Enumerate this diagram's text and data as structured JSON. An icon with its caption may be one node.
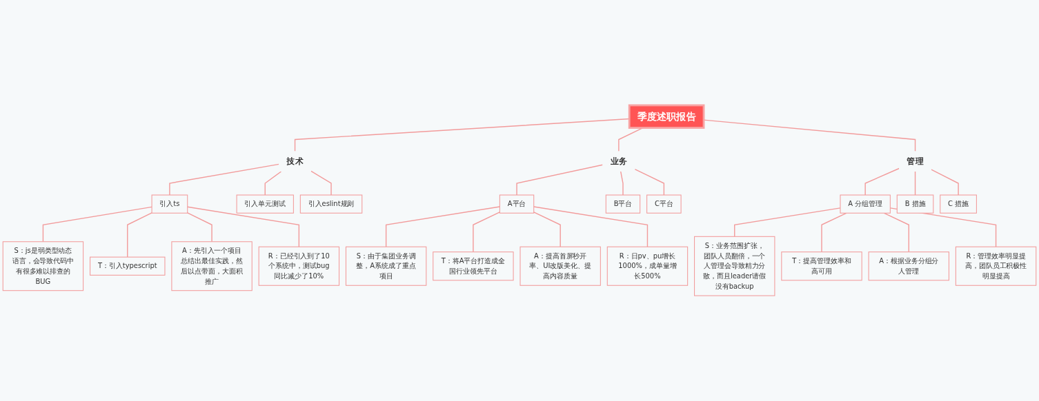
{
  "diagram": {
    "nodes": [
      {
        "text": [
          "季度述职报告"
        ]
      },
      {
        "text": [
          "技术"
        ]
      },
      {
        "text": [
          "业务"
        ]
      },
      {
        "text": [
          "管理"
        ]
      },
      {
        "text": [
          "引入ts"
        ]
      },
      {
        "text": [
          "S：js是弱类型动态语言，会导致代码中有很多难以排查的BUG"
        ]
      },
      {
        "text": [
          "T：引入typescript"
        ]
      },
      {
        "text": [
          "A：先引入一个项目总结出最佳实践，然后以点带面，大面积推广"
        ]
      },
      {
        "text": [
          "R：已经引入到了10个系统中，测试bug同比减少了10%"
        ]
      },
      {
        "text": [
          "引入单元测试"
        ]
      },
      {
        "text": [
          "引入eslint规则"
        ]
      },
      {
        "text": [
          "A平台"
        ]
      },
      {
        "text": [
          "S：由于集团业务调整，A系统成了重点项目"
        ]
      },
      {
        "text": [
          "T：将A平台打造成全国行业领先平台"
        ]
      },
      {
        "text": [
          "A：提高首屏秒开率、UI改版美化、提高内容质量"
        ]
      },
      {
        "text": [
          "R：日pv、pu增长1000%，成单量增长500%"
        ]
      },
      {
        "text": [
          "B平台"
        ]
      },
      {
        "text": [
          "C平台"
        ]
      },
      {
        "text": [
          "A 分组管理"
        ]
      },
      {
        "text": [
          "S：业务范围扩张，团队人员翻倍，一个人管理会导致精力分散，而且leader请假没有backup"
        ]
      },
      {
        "text": [
          "T：提高管理效率和高可用"
        ]
      },
      {
        "text": [
          "A：根据业务分组分人管理"
        ]
      },
      {
        "text": [
          "R：管理效率明显提高，团队员工积极性明显提高"
        ]
      },
      {
        "text": [
          "B 措施"
        ]
      },
      {
        "text": [
          "C 措施"
        ]
      }
    ],
    "edges": [
      {
        "from": 0,
        "to": 1,
        "arrow": "none"
      },
      {
        "from": 0,
        "to": 2,
        "arrow": "none"
      },
      {
        "from": 0,
        "to": 3,
        "arrow": "none"
      },
      {
        "from": 1,
        "to": 4,
        "arrow": "none"
      },
      {
        "from": 4,
        "to": 5,
        "arrow": "none"
      },
      {
        "from": 4,
        "to": 6,
        "arrow": "none"
      },
      {
        "from": 4,
        "to": 7,
        "arrow": "none"
      },
      {
        "from": 4,
        "to": 8,
        "arrow": "none"
      },
      {
        "from": 1,
        "to": 9,
        "arrow": "none"
      },
      {
        "from": 1,
        "to": 10,
        "arrow": "none"
      },
      {
        "from": 2,
        "to": 11,
        "arrow": "none"
      },
      {
        "from": 11,
        "to": 12,
        "arrow": "none"
      },
      {
        "from": 11,
        "to": 13,
        "arrow": "none"
      },
      {
        "from": 11,
        "to": 14,
        "arrow": "none"
      },
      {
        "from": 11,
        "to": 15,
        "arrow": "none"
      },
      {
        "from": 2,
        "to": 16,
        "arrow": "none"
      },
      {
        "from": 2,
        "to": 17,
        "arrow": "none"
      },
      {
        "from": 3,
        "to": 18,
        "arrow": "none"
      },
      {
        "from": 18,
        "to": 19,
        "arrow": "none"
      },
      {
        "from": 18,
        "to": 20,
        "arrow": "none"
      },
      {
        "from": 18,
        "to": 21,
        "arrow": "none"
      },
      {
        "from": 18,
        "to": 22,
        "arrow": "none"
      },
      {
        "from": 3,
        "to": 23,
        "arrow": "none"
      },
      {
        "from": 3,
        "to": 24,
        "arrow": "none"
      }
    ]
  }
}
